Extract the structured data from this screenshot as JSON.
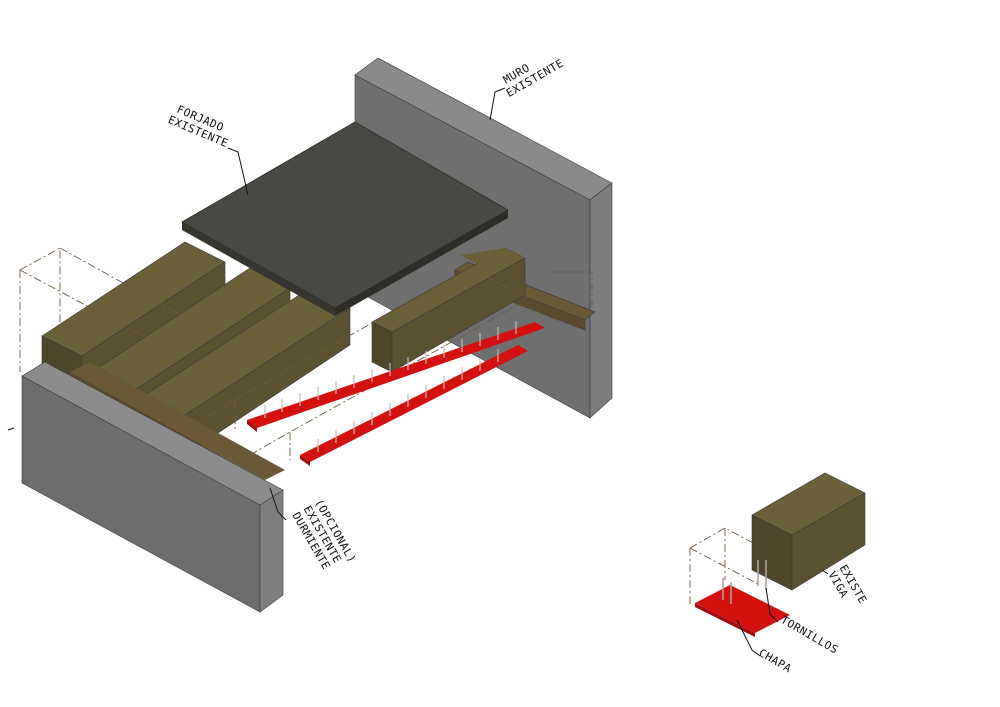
{
  "labels": {
    "muro": [
      "MURO",
      "EXISTENTE"
    ],
    "forjado": [
      "FORJADO",
      "EXISTENTE"
    ],
    "durmiente": [
      "DURMIENTE",
      "EXISTENTE",
      "(OPCIONAL)"
    ],
    "viga": [
      "VIGA",
      "EXISTE"
    ],
    "tornillos": "TORNILLOS",
    "chapa": "CHAPA"
  },
  "colors": {
    "wall_top": "#8a8a8a",
    "wall_front": "#6f6f6f",
    "wall_side": "#7c7c7c",
    "slab_top": "#4a4843",
    "slab_edge": "#37352f",
    "beam_top": "#6b6138",
    "beam_side": "#5a5130",
    "beam_end": "#4e4628",
    "sill": "#5b4a2e",
    "plate": "#d41111",
    "plate_dark": "#a30c0c",
    "bolt": "#c8b8b8"
  }
}
